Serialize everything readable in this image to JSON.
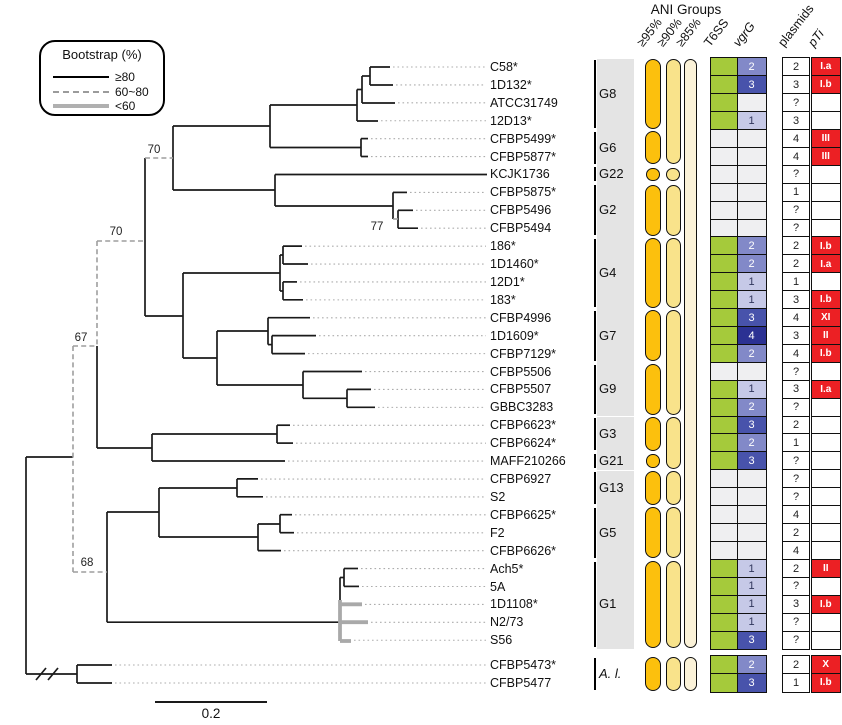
{
  "legend": {
    "title": "Bootstrap (%)",
    "items": [
      {
        "label": "≥80",
        "style": "solid-black"
      },
      {
        "label": "60~80",
        "style": "dashed-gray"
      },
      {
        "label": "<60",
        "style": "thick-gray"
      }
    ]
  },
  "ani": {
    "title": "ANI Groups",
    "col_headers": [
      "≥95%",
      "≥90%",
      "≥85%"
    ],
    "p95_spans": [
      [
        1,
        4
      ],
      [
        5,
        6
      ],
      [
        7,
        7
      ],
      [
        8,
        10
      ],
      [
        11,
        14
      ],
      [
        15,
        17
      ],
      [
        18,
        20
      ],
      [
        21,
        22
      ],
      [
        23,
        23
      ],
      [
        24,
        25
      ],
      [
        26,
        28
      ],
      [
        29,
        33
      ],
      [
        34,
        35
      ]
    ],
    "p90_spans": [
      [
        1,
        6
      ],
      [
        7,
        7
      ],
      [
        8,
        10
      ],
      [
        11,
        14
      ],
      [
        15,
        20
      ],
      [
        21,
        23
      ],
      [
        24,
        25
      ],
      [
        26,
        28
      ],
      [
        29,
        33
      ],
      [
        34,
        35
      ]
    ],
    "p85_spans": [
      [
        1,
        33
      ],
      [
        34,
        35
      ]
    ]
  },
  "columns": {
    "t6ss_header": "T6SS",
    "vgrg_header": "vgrG",
    "plasmids_header": "plasmids",
    "pti_header": "pTi"
  },
  "groups": [
    {
      "label": "G8",
      "rows": [
        1,
        4
      ]
    },
    {
      "label": "G6",
      "rows": [
        5,
        6
      ]
    },
    {
      "label": "G22",
      "rows": [
        7,
        7
      ]
    },
    {
      "label": "G2",
      "rows": [
        8,
        10
      ]
    },
    {
      "label": "G4",
      "rows": [
        11,
        14
      ]
    },
    {
      "label": "G7",
      "rows": [
        15,
        17
      ]
    },
    {
      "label": "G9",
      "rows": [
        18,
        20
      ]
    },
    {
      "label": "G3",
      "rows": [
        21,
        22
      ]
    },
    {
      "label": "G21",
      "rows": [
        23,
        23
      ]
    },
    {
      "label": "G13",
      "rows": [
        24,
        25
      ]
    },
    {
      "label": "G5",
      "rows": [
        26,
        28
      ]
    },
    {
      "label": "G1",
      "rows": [
        29,
        33
      ]
    },
    {
      "label": "A. l.",
      "rows": [
        34,
        35
      ],
      "italic": true
    }
  ],
  "taxa": [
    {
      "name": "C58*",
      "t6ss": true,
      "vgrg": "2",
      "plasmids": "2",
      "pti": "I.a"
    },
    {
      "name": "1D132*",
      "t6ss": true,
      "vgrg": "3",
      "plasmids": "3",
      "pti": "I.b"
    },
    {
      "name": "ATCC31749",
      "t6ss": true,
      "vgrg": "",
      "plasmids": "?",
      "pti": ""
    },
    {
      "name": "12D13*",
      "t6ss": true,
      "vgrg": "1",
      "plasmids": "3",
      "pti": ""
    },
    {
      "name": "CFBP5499*",
      "t6ss": false,
      "vgrg": "",
      "plasmids": "4",
      "pti": "III"
    },
    {
      "name": "CFBP5877*",
      "t6ss": false,
      "vgrg": "",
      "plasmids": "4",
      "pti": "III"
    },
    {
      "name": "KCJK1736",
      "t6ss": false,
      "vgrg": "",
      "plasmids": "?",
      "pti": ""
    },
    {
      "name": "CFBP5875*",
      "t6ss": false,
      "vgrg": "",
      "plasmids": "1",
      "pti": ""
    },
    {
      "name": "CFBP5496",
      "t6ss": false,
      "vgrg": "",
      "plasmids": "?",
      "pti": ""
    },
    {
      "name": "CFBP5494",
      "t6ss": false,
      "vgrg": "",
      "plasmids": "?",
      "pti": ""
    },
    {
      "name": "186*",
      "t6ss": true,
      "vgrg": "2",
      "plasmids": "2",
      "pti": "I.b"
    },
    {
      "name": "1D1460*",
      "t6ss": true,
      "vgrg": "2",
      "plasmids": "2",
      "pti": "I.a"
    },
    {
      "name": "12D1*",
      "t6ss": true,
      "vgrg": "1",
      "plasmids": "1",
      "pti": ""
    },
    {
      "name": "183*",
      "t6ss": true,
      "vgrg": "1",
      "plasmids": "3",
      "pti": "I.b"
    },
    {
      "name": "CFBP4996",
      "t6ss": true,
      "vgrg": "3",
      "plasmids": "4",
      "pti": "XI"
    },
    {
      "name": "1D1609*",
      "t6ss": true,
      "vgrg": "4",
      "plasmids": "3",
      "pti": "II"
    },
    {
      "name": "CFBP7129*",
      "t6ss": true,
      "vgrg": "2",
      "plasmids": "4",
      "pti": "I.b"
    },
    {
      "name": "CFBP5506",
      "t6ss": false,
      "vgrg": "",
      "plasmids": "?",
      "pti": ""
    },
    {
      "name": "CFBP5507",
      "t6ss": true,
      "vgrg": "1",
      "plasmids": "3",
      "pti": "I.a"
    },
    {
      "name": "GBBC3283",
      "t6ss": true,
      "vgrg": "2",
      "plasmids": "?",
      "pti": ""
    },
    {
      "name": "CFBP6623*",
      "t6ss": true,
      "vgrg": "3",
      "plasmids": "2",
      "pti": ""
    },
    {
      "name": "CFBP6624*",
      "t6ss": true,
      "vgrg": "2",
      "plasmids": "1",
      "pti": ""
    },
    {
      "name": "MAFF210266",
      "t6ss": true,
      "vgrg": "3",
      "plasmids": "?",
      "pti": ""
    },
    {
      "name": "CFBP6927",
      "t6ss": false,
      "vgrg": "",
      "plasmids": "?",
      "pti": ""
    },
    {
      "name": "S2",
      "t6ss": false,
      "vgrg": "",
      "plasmids": "?",
      "pti": ""
    },
    {
      "name": "CFBP6625*",
      "t6ss": false,
      "vgrg": "",
      "plasmids": "4",
      "pti": ""
    },
    {
      "name": "F2",
      "t6ss": false,
      "vgrg": "",
      "plasmids": "2",
      "pti": ""
    },
    {
      "name": "CFBP6626*",
      "t6ss": false,
      "vgrg": "",
      "plasmids": "4",
      "pti": ""
    },
    {
      "name": "Ach5*",
      "t6ss": true,
      "vgrg": "1",
      "plasmids": "2",
      "pti": "II"
    },
    {
      "name": "5A",
      "t6ss": true,
      "vgrg": "1",
      "plasmids": "?",
      "pti": ""
    },
    {
      "name": "1D1108*",
      "t6ss": true,
      "vgrg": "1",
      "plasmids": "3",
      "pti": "I.b"
    },
    {
      "name": "N2/73",
      "t6ss": true,
      "vgrg": "1",
      "plasmids": "?",
      "pti": ""
    },
    {
      "name": "S56",
      "t6ss": true,
      "vgrg": "3",
      "plasmids": "?",
      "pti": ""
    },
    {
      "name": "CFBP5473*",
      "t6ss": true,
      "vgrg": "2",
      "plasmids": "2",
      "pti": "X"
    },
    {
      "name": "CFBP5477",
      "t6ss": true,
      "vgrg": "3",
      "plasmids": "1",
      "pti": "I.b"
    }
  ],
  "tree": {
    "bootstrap_values": [
      "70",
      "70",
      "77",
      "67",
      "68"
    ],
    "scale_label": "0.2"
  },
  "colors": {
    "ani95": "#fcc00d",
    "ani90": "#f9e38b",
    "ani85": "#fbf2d8",
    "t6ss_pos": "#a5ca3b",
    "cell_empty": "#efeff1",
    "vgrg1": "#c6c9e7",
    "vgrg2": "#8289c8",
    "vgrg3": "#4853ab",
    "vgrg4": "#2b3193",
    "vgrg1_text": "#30365c",
    "pti_red": "#ec2024",
    "band_gray": "#e4e4e4"
  }
}
